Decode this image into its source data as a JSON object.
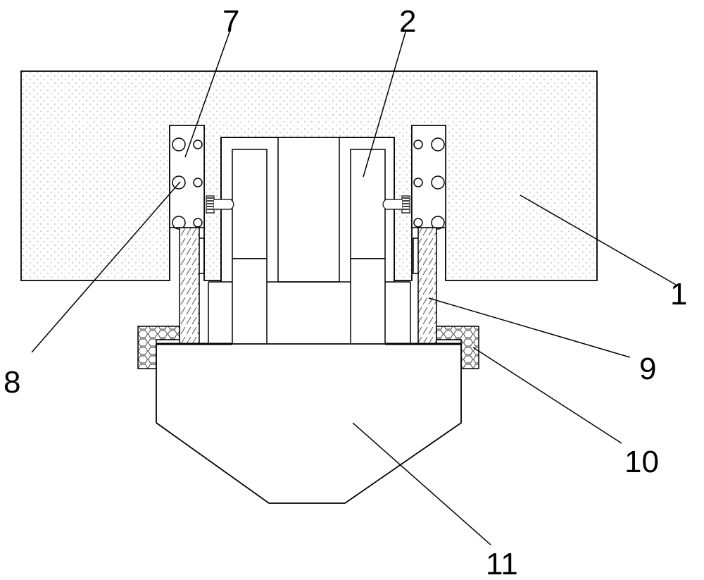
{
  "labels": {
    "l1": "1",
    "l2": "2",
    "l7": "7",
    "l8": "8",
    "l9": "9",
    "l10": "10",
    "l11": "11"
  }
}
